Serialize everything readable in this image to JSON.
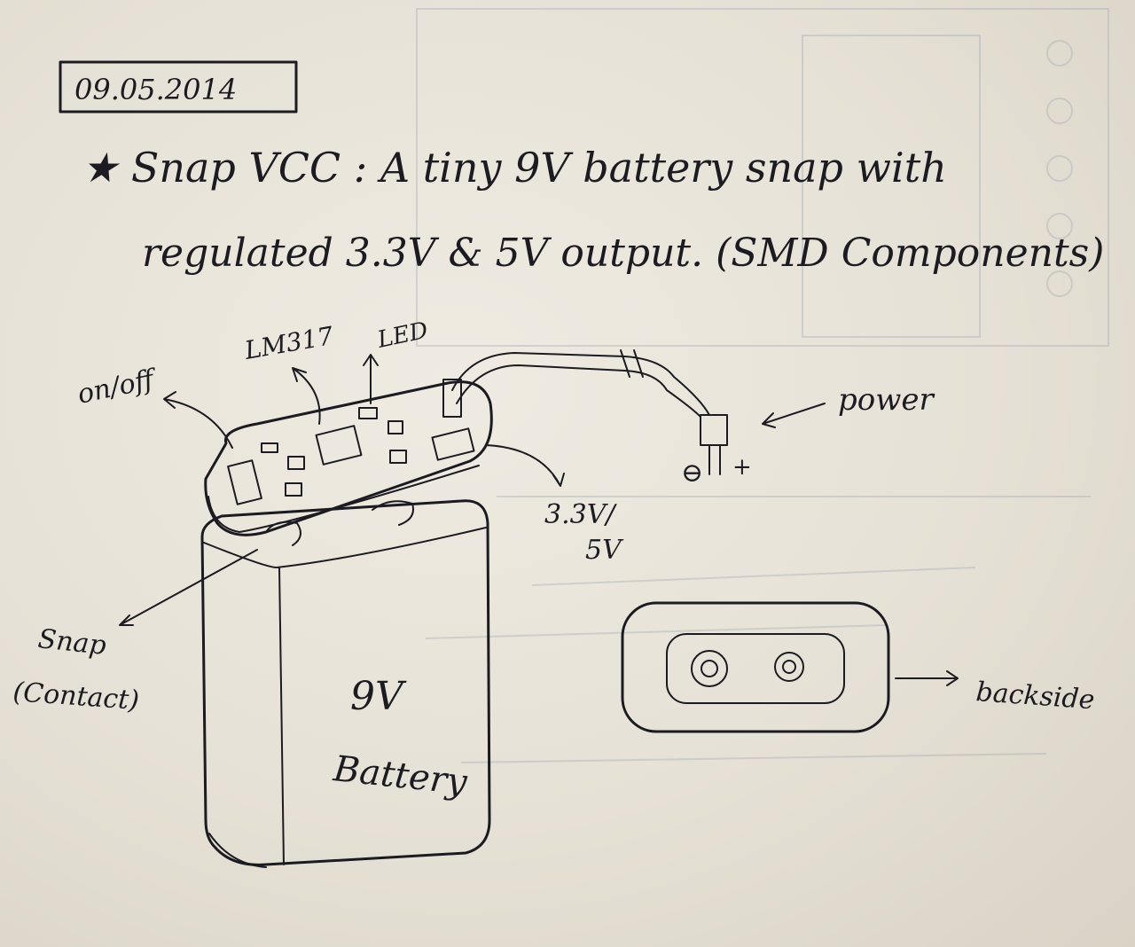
{
  "date": "09.05.2014",
  "title_line1": "★ Snap VCC : A tiny 9V battery snap with",
  "title_line2": "regulated 3.3V & 5V output. (SMD Components)",
  "labels": {
    "on_off": "on/off",
    "lm317": "LM317",
    "led": "LED",
    "power": "power",
    "minus": "⊖",
    "plus": "+",
    "output_line1": "3.3V/",
    "output_line2": "5V",
    "snap_line1": "Snap",
    "snap_line2": "(Contact)",
    "battery_line1": "9V",
    "battery_line2": "Battery",
    "backside": "backside"
  },
  "colors": {
    "ink": "#1d1b22",
    "paper": "#e9e5dc",
    "bleed": "#9aa3b2"
  }
}
